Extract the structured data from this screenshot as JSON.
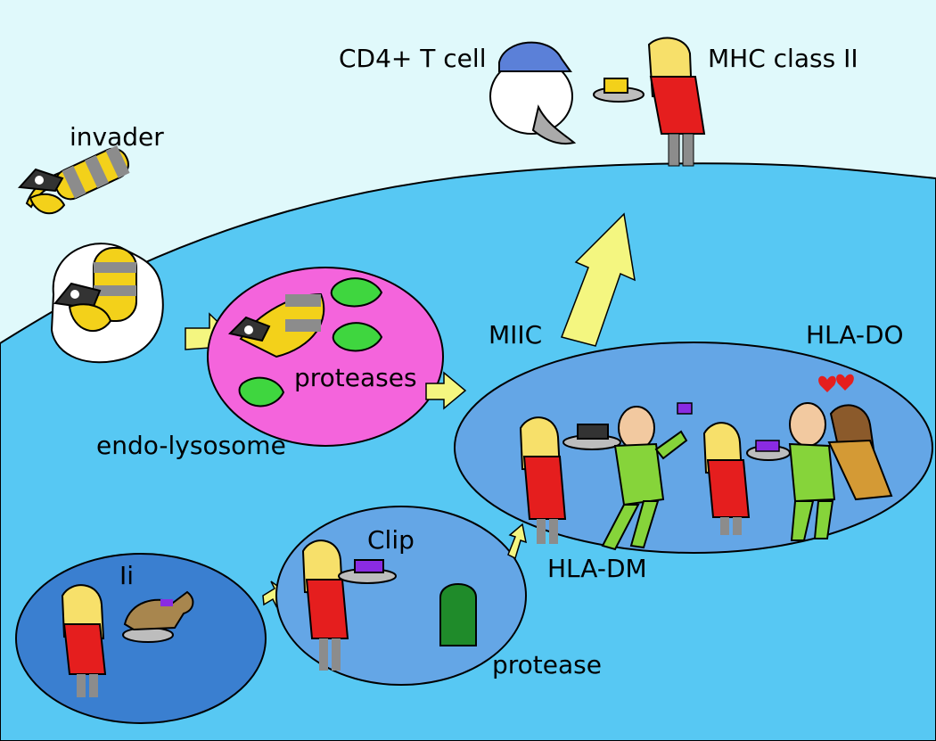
{
  "labels": {
    "cd4_t_cell": "CD4+ T cell",
    "mhc_class_ii": "MHC class II",
    "invader": "invader",
    "proteases": "proteases",
    "endo_lysosome": "endo-lysosome",
    "miic": "MIIC",
    "hla_do": "HLA-DO",
    "hla_dm": "HLA-DM",
    "clip": "Clip",
    "ii": "Ii",
    "protease": "protease"
  },
  "colors": {
    "outside": "#e0f9fb",
    "cytoplasm": "#57c8f3",
    "endo_lysosome": "#f464dc",
    "vesicle": "#64a6e6",
    "early_vesicle": "#3a7fd0",
    "arrow": "#f4f680",
    "woman_dress": "#e51e1e",
    "woman_hair": "#f7e06a",
    "man_suit": "#86d43a",
    "pirate_yellow": "#f3d11a",
    "pirate_gray": "#8c8c8c",
    "protease_green": "#3fd63f",
    "peptide_purple": "#8a2be2",
    "dog_brown": "#a8864e",
    "hat_blue": "#5b80d8"
  },
  "icons": [
    "pirate-invader-icon",
    "protease-creature-icon",
    "woman-mhc-icon",
    "man-hla-dm-icon",
    "dog-ii-icon",
    "heart-icon",
    "t-cell-head-icon"
  ]
}
